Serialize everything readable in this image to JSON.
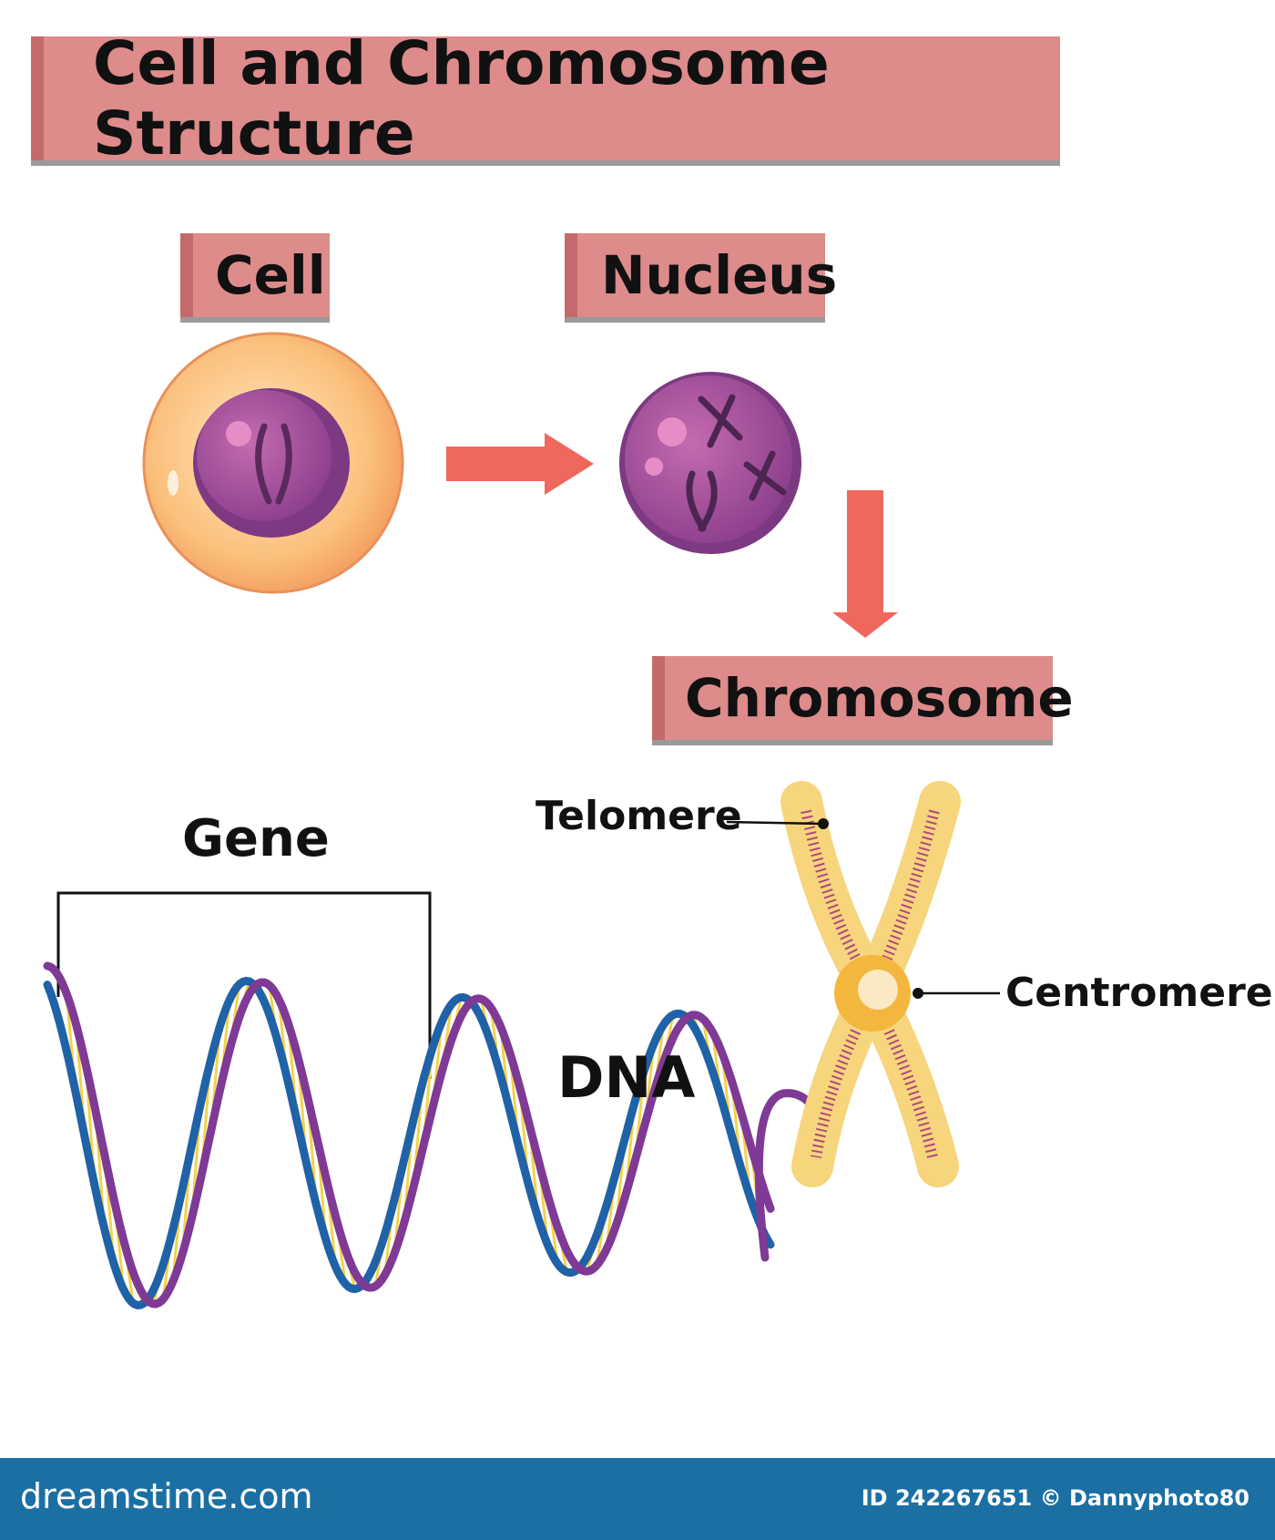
{
  "title": "Cell and Chromosome Structure",
  "labels": {
    "cell": "Cell",
    "nucleus": "Nucleus",
    "chromosome": "Chromosome",
    "gene": "Gene",
    "dna": "DNA",
    "telomere": "Telomere",
    "centromere": "Centromere"
  },
  "footer": {
    "brand": "dreamstime.com",
    "id_text": "ID 242267651 © Dannyphoto80"
  },
  "colors": {
    "label_fill": "#de8b8b",
    "label_accent": "#c46a6c",
    "arrow": "#f0675d",
    "dna_purple": "#7e3a94",
    "dna_blue": "#1f62a7",
    "base_pair_yellow": "#f4d24a",
    "footer_bg": "#1b6fa3"
  },
  "icons": [
    "cell-icon",
    "nucleus-icon",
    "chromosome-icon",
    "dna-helix-icon",
    "right-arrow-icon",
    "down-arrow-icon"
  ]
}
